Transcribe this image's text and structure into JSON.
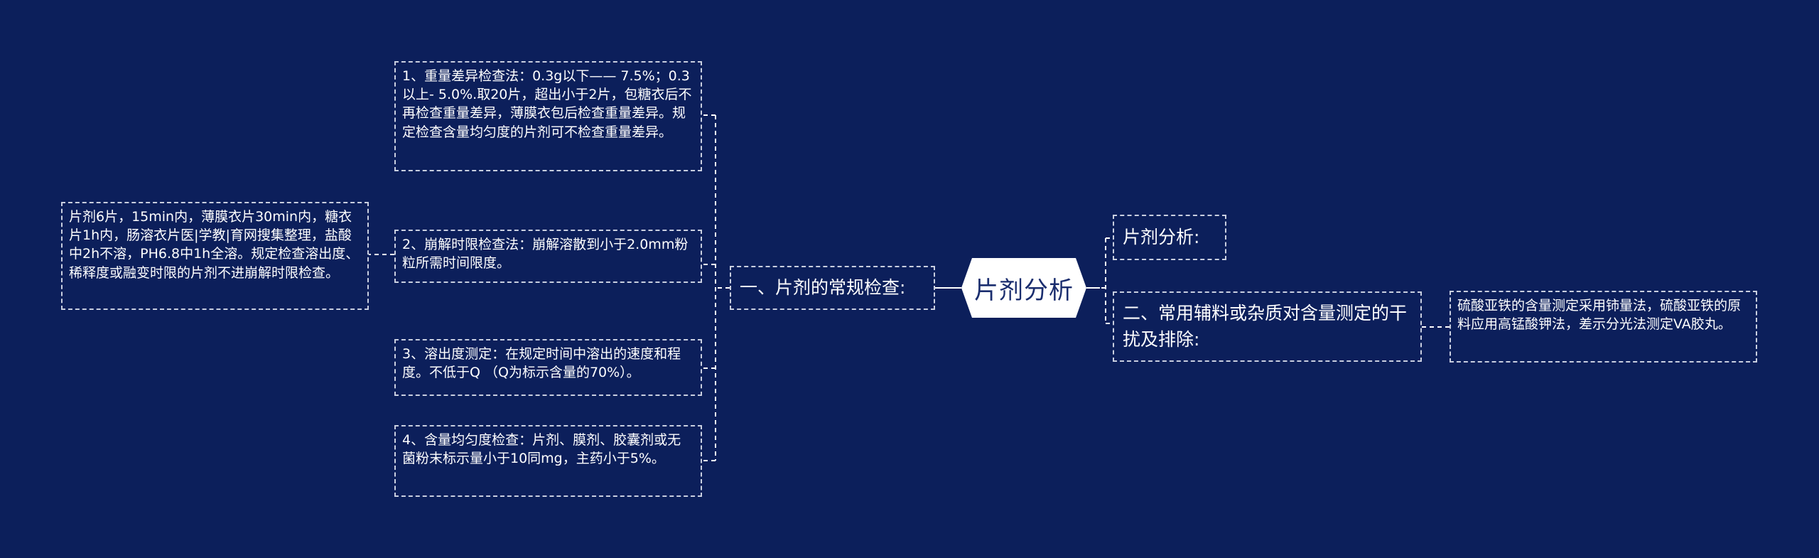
{
  "root": {
    "label": "片剂分析"
  },
  "left_branch": {
    "label": "一、片剂的常规检查:",
    "items": [
      {
        "label": "1、重量差异检查法：0.3g以下—— 7.5%；0.3以上- 5.0%.取20片，超出小于2片，包糖衣后不再检查重量差异，薄膜衣包后检查重量差异。规定检查含量均匀度的片剂可不检查重量差异。"
      },
      {
        "label": "2、崩解时限检查法：崩解溶散到小于2.0mm粉粒所需时间限度。",
        "detail": "片剂6片，15min内，薄膜衣片30min内，糖衣片1h内，肠溶衣片医|学教|育网搜集整理，盐酸中2h不溶，PH6.8中1h全溶。规定检查溶出度、稀释度或融变时限的片剂不进崩解时限检查。"
      },
      {
        "label": "3、溶出度测定：在规定时间中溶出的速度和程度。不低于Q （Q为标示含量的70%）。"
      },
      {
        "label": "4、含量均匀度检查：片剂、膜剂、胶囊剂或无菌粉末标示量小于10同mg，主药小于5%。"
      }
    ]
  },
  "right_branches": [
    {
      "label": "片剂分析:"
    },
    {
      "label": "二、常用辅料或杂质对含量测定的干扰及排除:",
      "detail": "硫酸亚铁的含量测定采用铈量法，硫酸亚铁的原料应用高锰酸钾法，差示分光法测定VA胶丸。"
    }
  ],
  "colors": {
    "background": "#0c1f5b",
    "border": "#c9cfe0",
    "root_fill": "#ffffff",
    "root_text": "#1a2d6e"
  }
}
